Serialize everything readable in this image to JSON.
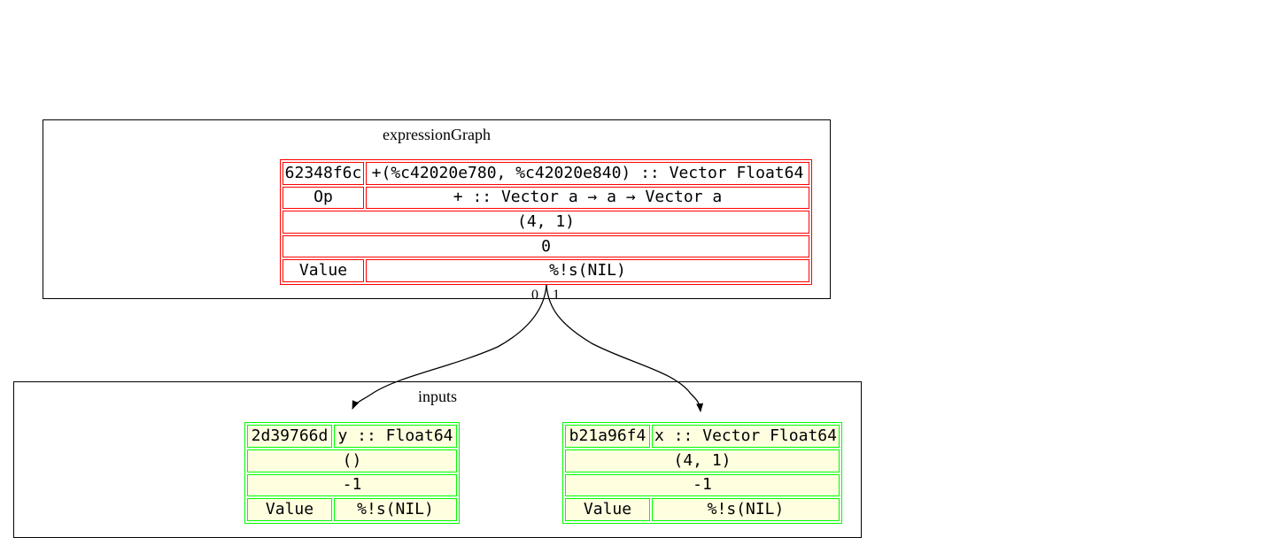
{
  "colors": {
    "canvas_bg": "#ffffff",
    "cluster_border": "#000000",
    "expression_border": "#ff0000",
    "input_border": "#00ff00",
    "input_fill": "#ffffe0",
    "edge_color": "#000000"
  },
  "clusters": {
    "expression_graph": {
      "label": "expressionGraph"
    },
    "inputs": {
      "label": "inputs"
    }
  },
  "nodes": {
    "expression": {
      "rows": [
        {
          "cells": [
            "62348f6c",
            "+(%c42020e780, %c42020e840) :: Vector Float64"
          ]
        },
        {
          "cells": [
            "Op",
            "+ :: Vector a → a → Vector a"
          ]
        },
        {
          "cells": [
            "(4, 1)"
          ]
        },
        {
          "cells": [
            "0"
          ]
        },
        {
          "cells": [
            "Value",
            "%!s(NIL)"
          ]
        }
      ]
    },
    "input_y": {
      "rows": [
        {
          "cells": [
            "2d39766d",
            "y :: Float64"
          ]
        },
        {
          "cells": [
            "()"
          ]
        },
        {
          "cells": [
            "-1"
          ]
        },
        {
          "cells": [
            "Value",
            "%!s(NIL)"
          ]
        }
      ]
    },
    "input_x": {
      "rows": [
        {
          "cells": [
            "b21a96f4",
            "x :: Vector Float64"
          ]
        },
        {
          "cells": [
            "(4, 1)"
          ]
        },
        {
          "cells": [
            "-1"
          ]
        },
        {
          "cells": [
            "Value",
            "%!s(NIL)"
          ]
        }
      ]
    }
  },
  "edges": [
    {
      "label": "0",
      "from": "62348f6c",
      "to": "2d39766d"
    },
    {
      "label": "1",
      "from": "62348f6c",
      "to": "b21a96f4"
    }
  ]
}
